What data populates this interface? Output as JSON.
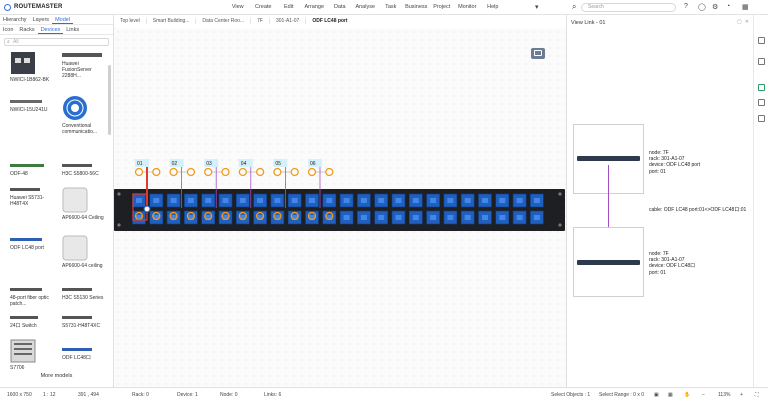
{
  "app": {
    "name": "ROUTEMASTER"
  },
  "menu": [
    "View",
    "Create",
    "Edit",
    "Arrange",
    "Data",
    "Analyse",
    "Task",
    "Business",
    "Project",
    "Monitor",
    "Help"
  ],
  "search": {
    "placeholder": "Search"
  },
  "left_panel": {
    "tabs": [
      "Hierarchy",
      "Layers",
      "Model"
    ],
    "active_tab": "Model",
    "subtabs": [
      "Icon",
      "Racks",
      "Devices",
      "Links"
    ],
    "active_subtab": "Devices",
    "search_placeholder": "All",
    "devices": [
      "NWICI-1B862-BK",
      "Huawei FusionServer 2288H...",
      "NWICI-15U241U",
      "Conventional communicatio...",
      "ODF-48",
      "H3C S5800-56C",
      "Huawei S5731-H48T4X",
      "AP6600-64 Ceiling",
      "ODF LC48 port",
      "AP6600-64 ceiling",
      "48-port fiber optic patch...",
      "H3C S5130 Series",
      "24口 Switch",
      "S5731-H48T4XC",
      "S7706",
      "ODF LC48口"
    ],
    "more_label": "More models"
  },
  "breadcrumb": [
    "Top level",
    "Smart Building...",
    "Data Center Roo...",
    "7F",
    "301-A1-07",
    "ODF LC48 port"
  ],
  "patch_panel": {
    "port_labels": [
      "01",
      "02",
      "03",
      "04",
      "05",
      "06"
    ],
    "port_count_top": 24,
    "port_count_bottom": 24,
    "highlight_port": "01"
  },
  "right_panel": {
    "title": "View Link - 01",
    "node_a": {
      "node": "node: 7F",
      "rack": "rack: 301-A1-07",
      "device": "device: ODF LC48 port",
      "port": "port: 01"
    },
    "cable": "cable: ODF LC48 port:01<>ODF LC48口:01",
    "node_b": {
      "node": "node: 7F",
      "rack": "rack: 301-A1-07",
      "device": "device: ODF LC48口",
      "port": "port: 01"
    }
  },
  "status": {
    "resolution": "1600 x 750",
    "zoom_ratio": "1 : 12",
    "cursor": "391 , 494",
    "rack": "Rack: 0",
    "device": "Device: 1",
    "node": "Node: 0",
    "links": "Links: 6",
    "select_objects": "Select Objects : 1",
    "select_range": "Select Range : 0 x 0",
    "zoom": "113%"
  },
  "colors": {
    "accent": "#2d6ed6",
    "port_blue": "#1f5fbf",
    "link_orange": "#f29a1a",
    "link_purple": "#a34fc4",
    "selection_red": "#e03a2f"
  }
}
